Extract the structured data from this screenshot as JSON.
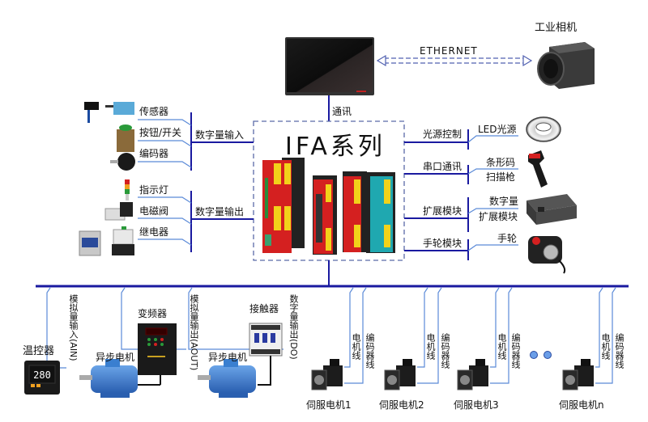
{
  "title": "IFA系列",
  "top": {
    "hmi_label": "",
    "comm_label": "通讯",
    "ethernet_label": "ETHERNET",
    "camera_label": "工业相机"
  },
  "left": {
    "digital_input": {
      "bus_label": "数字量输入",
      "devices": [
        "传感器",
        "按钮/开关",
        "编码器"
      ]
    },
    "digital_output": {
      "bus_label": "数字量输出",
      "devices": [
        "指示灯",
        "电磁阀",
        "继电器"
      ]
    }
  },
  "right": {
    "channels": [
      {
        "bus_label": "光源控制",
        "device": "LED光源"
      },
      {
        "bus_label": "串口通讯",
        "device_line1": "条形码",
        "device_line2": "扫描枪"
      },
      {
        "bus_label": "扩展模块",
        "device_line1": "数字量",
        "device_line2": "扩展模块"
      },
      {
        "bus_label": "手轮模块",
        "device": "手轮"
      }
    ]
  },
  "bottom": {
    "analog_in": {
      "cable_label": "模拟量输入(AIN)",
      "device": "温控器",
      "display_value": "280"
    },
    "analog_out": {
      "cable_label": "模拟量输出(AOUT)",
      "device": "变频器",
      "motor": "异步电机"
    },
    "digital_out": {
      "cable_label": "数字量输出(DO)",
      "device": "接触器",
      "motor": "异步电机"
    },
    "servos": [
      {
        "name": "伺服电机1",
        "motor_cable": "电机线",
        "encoder_cable": "编码器线"
      },
      {
        "name": "伺服电机2",
        "motor_cable": "电机线",
        "encoder_cable": "编码器线"
      },
      {
        "name": "伺服电机3",
        "motor_cable": "电机线",
        "encoder_cable": "编码器线"
      },
      {
        "name": "伺服电机n",
        "motor_cable": "电机线",
        "encoder_cable": "编码器线"
      }
    ],
    "ellipsis": "● ●"
  },
  "colors": {
    "bus": "#1a1aa0",
    "branch": "#5b8ad8",
    "dashed_box": "#5a6aa8",
    "controller_red": "#d42020",
    "controller_teal": "#1fa8b0",
    "connector_yellow": "#f2d21a",
    "motor_blue": "#3a7fd0"
  }
}
